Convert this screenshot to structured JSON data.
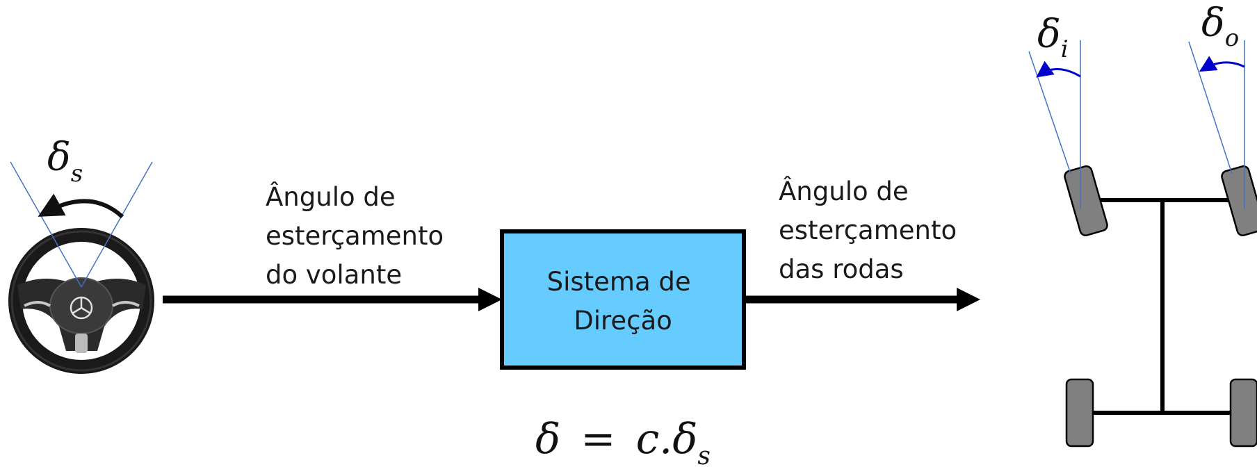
{
  "steering_wheel": {
    "angle_symbol": "δ",
    "angle_subscript": "s"
  },
  "input_label": {
    "line1": "Ângulo de",
    "line2": "esterçamento",
    "line3": "do volante"
  },
  "system_box": {
    "line1": "Sistema de",
    "line2": "Direção",
    "fill_color": "#66ccff"
  },
  "output_label": {
    "line1": "Ângulo de",
    "line2": "esterçamento",
    "line3": "das rodas"
  },
  "inner_wheel_angle": {
    "symbol": "δ",
    "subscript": "i"
  },
  "outer_wheel_angle": {
    "symbol": "δ",
    "subscript": "o"
  },
  "equation": {
    "lhs": "δ",
    "equals": "=",
    "rhs_coef": "c.δ",
    "rhs_subscript": "s"
  },
  "colors": {
    "angle_arrow": "#0000cc",
    "guide_line": "#4472c4",
    "tire": "#808080",
    "axle": "#000000"
  }
}
